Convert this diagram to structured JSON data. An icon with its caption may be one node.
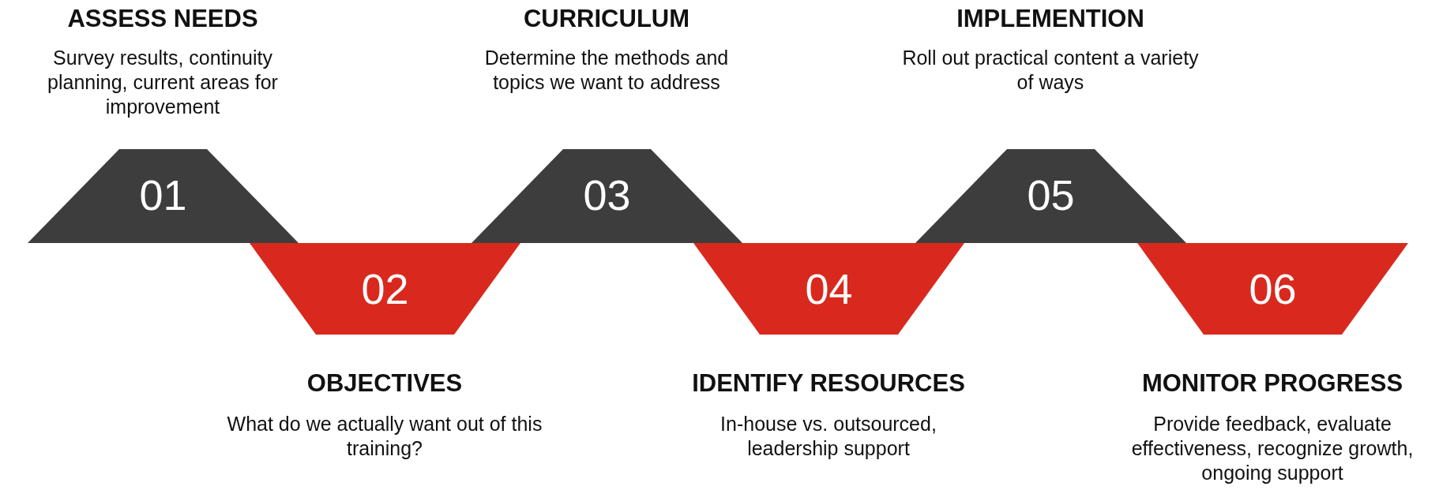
{
  "diagram": {
    "nodes": [
      {
        "text": [
          "ASSESS NEEDS",
          "Survey results, continuity planning, current areas for improvement",
          "01"
        ]
      },
      {
        "text": [
          "02",
          "OBJECTIVES",
          "What do we actually want out of this training?"
        ]
      },
      {
        "text": [
          "CURRICULUM",
          "Determine the methods and topics we want to address",
          "03"
        ]
      },
      {
        "text": [
          "04",
          "IDENTIFY RESOURCES",
          "In-house vs. outsourced, leadership support"
        ]
      },
      {
        "text": [
          "IMPLEMENTION",
          "Roll out practical content a variety of ways",
          "05"
        ]
      },
      {
        "text": [
          "06",
          "MONITOR PROGRESS",
          "Provide feedback, evaluate effectiveness, recognize growth, ongoing support"
        ]
      }
    ]
  }
}
